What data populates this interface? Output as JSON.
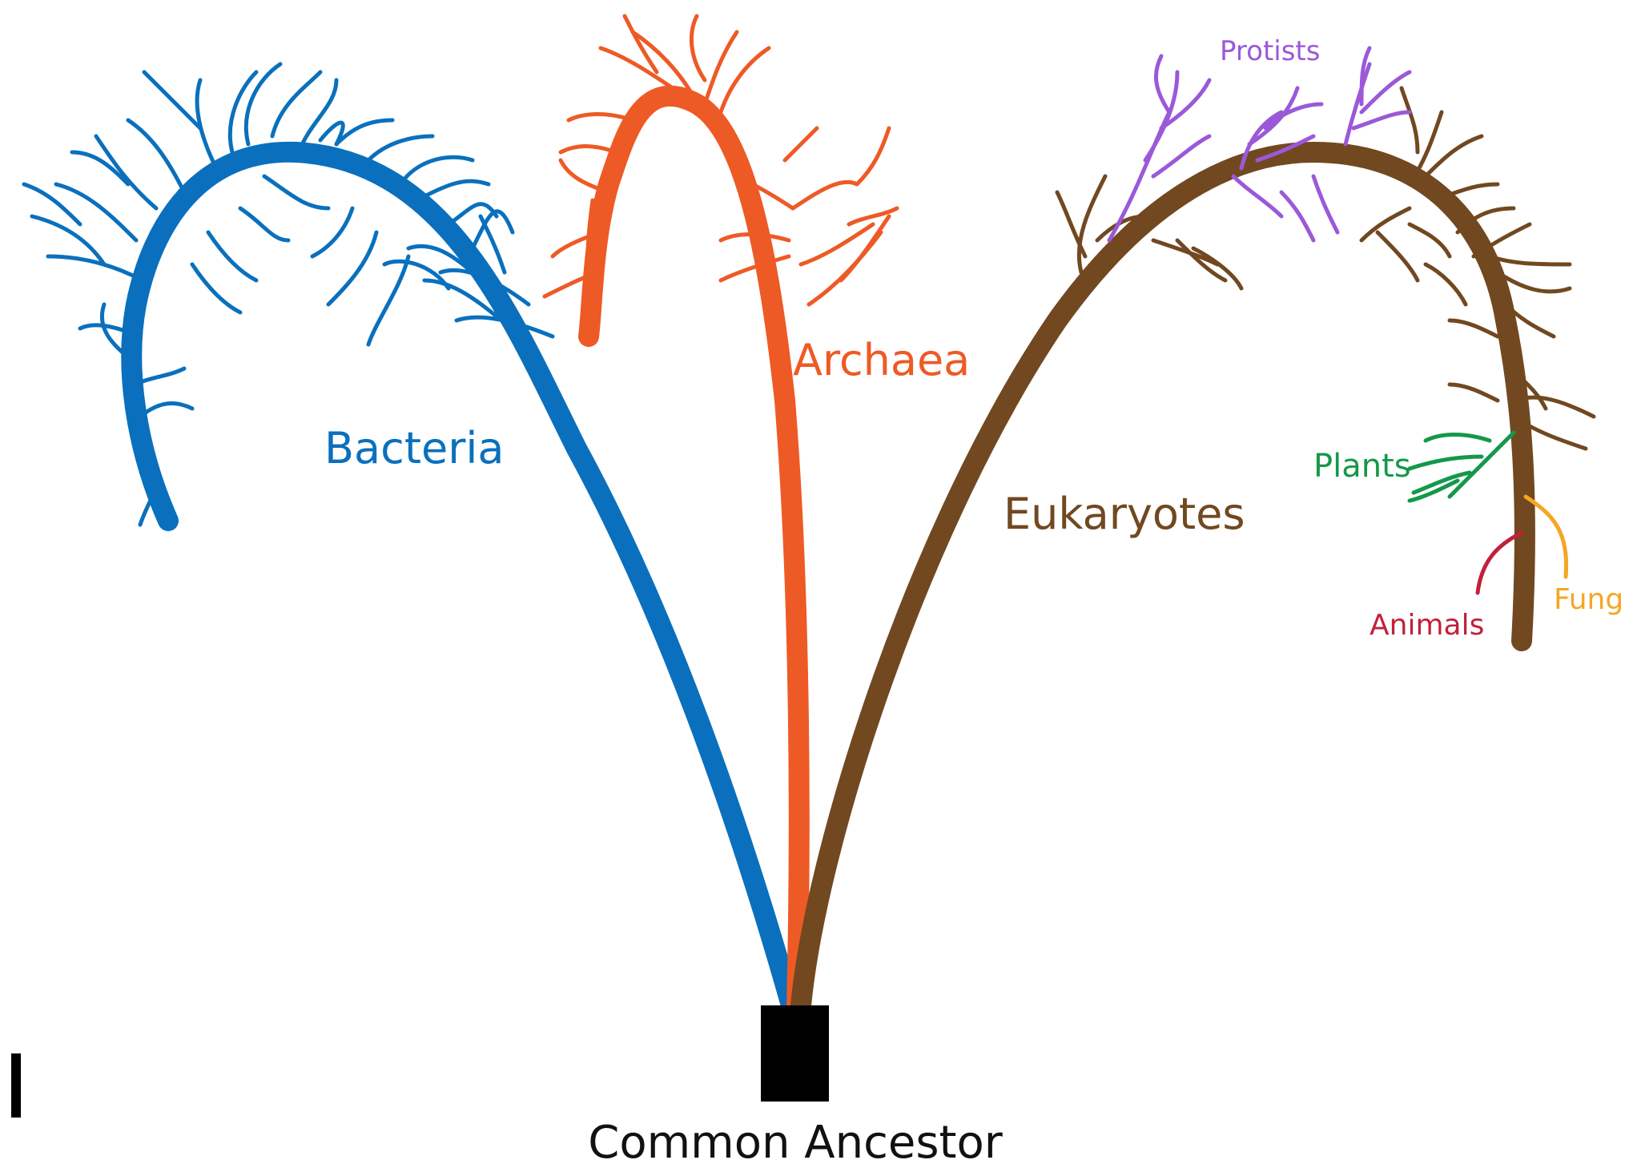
{
  "diagram": {
    "root": {
      "label": "Common Ancestor",
      "color": "#000000"
    },
    "domains": [
      {
        "key": "bacteria",
        "label": "Bacteria",
        "color": "#0a70bd"
      },
      {
        "key": "archaea",
        "label": "Archaea",
        "color": "#ee5a25"
      },
      {
        "key": "eukaryotes",
        "label": "Eukaryotes",
        "color": "#714820"
      }
    ],
    "eukaryote_groups": [
      {
        "key": "protists",
        "label": "Protists",
        "color": "#9b59d9"
      },
      {
        "key": "plants",
        "label": "Plants",
        "color": "#14984a"
      },
      {
        "key": "animals",
        "label": "Animals",
        "color": "#c2203a"
      },
      {
        "key": "fungi",
        "label": "Fung",
        "color": "#f5a623"
      }
    ]
  }
}
